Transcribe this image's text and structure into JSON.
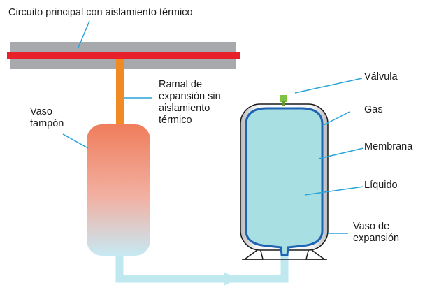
{
  "labels": {
    "main_circuit": "Circuito principal con aislamiento térmico",
    "branch": "Ramal de\nexpansión sin\naislamiento\ntérmico",
    "buffer_tank": "Vaso\ntampón",
    "valve": "Válvula",
    "gas": "Gas",
    "membrane": "Membrana",
    "liquid": "Líquido",
    "expansion_vessel": "Vaso de\nexpansión"
  },
  "colors": {
    "pipe_hot": "#e8202a",
    "insulation": "#a8a9ac",
    "branch_pipe": "#f08a24",
    "tank_top": "#ef7d5b",
    "tank_bottom": "#c7e9f3",
    "return_pipe": "#bfe8ef",
    "membrane": "#1f63b3",
    "liquid": "#a8dfe3",
    "valve": "#7fc241",
    "leader_line": "#29a3d8"
  }
}
